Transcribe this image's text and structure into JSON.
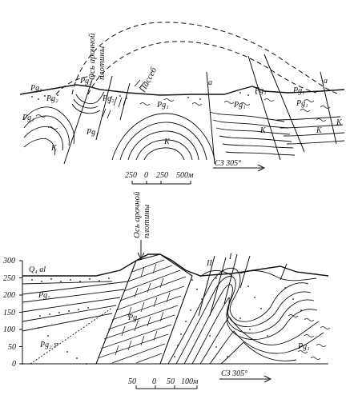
{
  "upper_section": {
    "dam_axis_label": [
      "Ось арочной",
      "плотины"
    ],
    "terrace_label": "Пассеб",
    "unit_labels": {
      "pg3_left": "Pg₃",
      "pg3_mid": "Pg₃",
      "pg2": "Pg₂",
      "pg2_b": "Pg₂",
      "pg1_a": "Pg₁",
      "pg1_b": "Pg₁",
      "pg1_c": "Pg₁",
      "pg1_d": "Pg₁",
      "pg1_e": "Pg₁",
      "pg1_f": "Pg₁",
      "pg1_g": "Pg₁",
      "k_left": "K",
      "k_mid": "K",
      "k_right1": "K",
      "k_right2": "K",
      "k_right3": "K",
      "a_mid": "a",
      "a_right": "a"
    },
    "scale": {
      "ticks": [
        "250",
        "0",
        "250",
        "500м"
      ]
    },
    "direction": "СЗ 305°"
  },
  "lower_section": {
    "dam_axis_label": [
      "Ось арочной",
      "плотины"
    ],
    "y_axis": {
      "ticks": [
        "300",
        "250",
        "200",
        "150",
        "100",
        "50",
        "0"
      ]
    },
    "unit_labels": {
      "q4al": "Q₄ al",
      "pg2_upper": "Pg₂",
      "pg2_mid": "Pg₂",
      "pg2_lower": "Pg₂ s",
      "pg1": "Pg₁"
    },
    "fault_marks": [
      "II",
      "I"
    ],
    "scale": {
      "ticks": [
        "50",
        "0",
        "50",
        "100м"
      ]
    },
    "direction": "СЗ 305°"
  }
}
